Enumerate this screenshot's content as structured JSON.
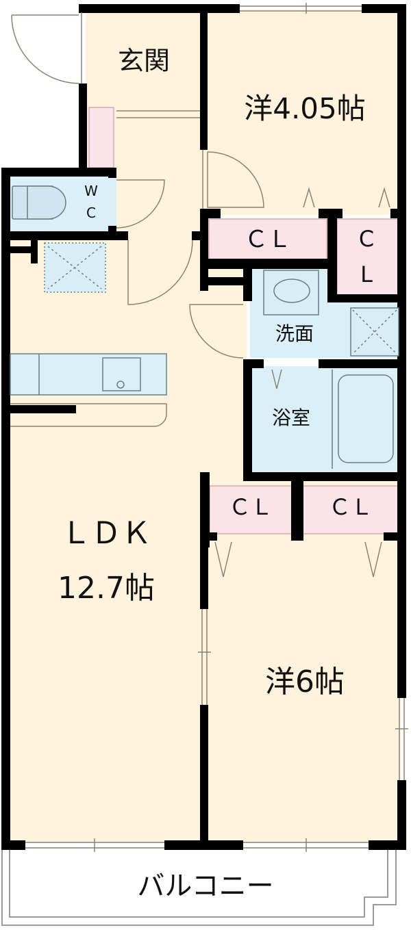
{
  "floorplan": {
    "colors": {
      "floor": "#fff3dd",
      "wet_area": "#dbeff8",
      "closet": "#fbe3ea",
      "wall": "#000000",
      "line": "#8a8270",
      "balcony_line": "#9a9a9a"
    },
    "rooms": [
      {
        "id": "entrance",
        "label": "玄関"
      },
      {
        "id": "western-room-1",
        "label": "洋4.05帖"
      },
      {
        "id": "wc",
        "label_w": "W",
        "label_c": "C"
      },
      {
        "id": "closet-1",
        "label": "ＣＬ"
      },
      {
        "id": "closet-2",
        "label_c": "C",
        "label_l": "L"
      },
      {
        "id": "washroom",
        "label": "洗面"
      },
      {
        "id": "bathroom",
        "label": "浴室"
      },
      {
        "id": "closet-3",
        "label": "ＣＬ"
      },
      {
        "id": "closet-4",
        "label": "ＣＬ"
      },
      {
        "id": "ldk",
        "label_line1": "ＬＤＫ",
        "label_line2": "12.7帖"
      },
      {
        "id": "western-room-2",
        "label": "洋6帖"
      },
      {
        "id": "balcony",
        "label": "バルコニー"
      }
    ]
  }
}
